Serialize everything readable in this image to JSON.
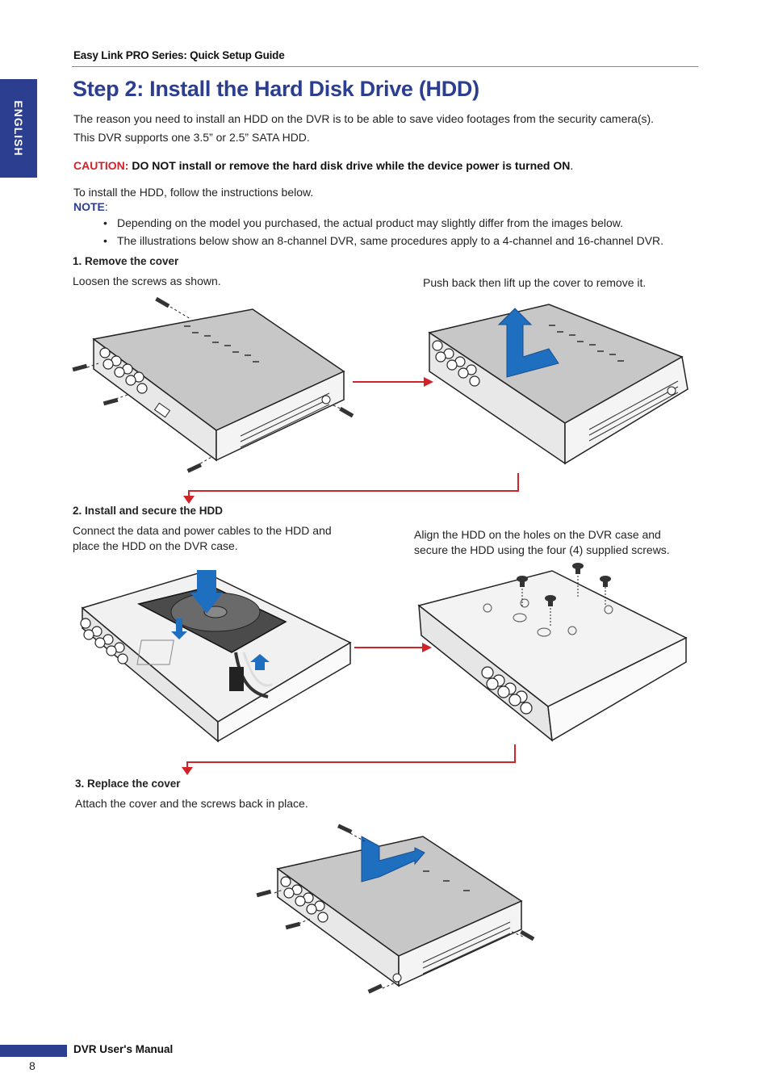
{
  "header": {
    "title": "Easy Link PRO Series: Quick Setup Guide"
  },
  "side_tab": {
    "label": "ENGLISH"
  },
  "title": "Step 2: Install the Hard Disk Drive (HDD)",
  "intro": {
    "line1": "The reason you need to install an HDD on the DVR is to be able to save video footages from the security camera(s).",
    "line2": "This DVR supports one 3.5” or 2.5” SATA HDD."
  },
  "caution": {
    "label": "CAUTION:",
    "text": "DO NOT install or remove the hard disk drive while the device power is turned ON",
    "end": "."
  },
  "instructions": "To install the HDD, follow the instructions below.",
  "note": {
    "label": "NOTE",
    "items": [
      "Depending on the model you purchased, the actual product may slightly differ from the images below.",
      "The illustrations below show an 8-channel DVR, same procedures apply to a 4-channel and 16-channel DVR."
    ]
  },
  "steps": [
    {
      "heading": "1. Remove the cover",
      "left_caption": "Loosen the screws as shown.",
      "right_caption": "Push back then lift up the cover to remove it."
    },
    {
      "heading": "2. Install and secure the HDD",
      "left_caption_1": "Connect the data and power cables to the HDD and",
      "left_caption_2": "place the HDD on the DVR case.",
      "right_caption_1": "Align the HDD on the holes on the DVR case and",
      "right_caption_2": "secure the HDD using the four (4) supplied screws."
    },
    {
      "heading": "3. Replace the cover",
      "caption": "Attach the cover and the screws back in place."
    }
  ],
  "footer": {
    "text": "DVR User's Manual",
    "page": "8"
  },
  "colors": {
    "brand_blue": "#2b3e8f",
    "caution_red": "#d3232a",
    "arrow_red": "#d3232a",
    "arrow_blue": "#1f6fc1",
    "cover_gray": "#c9c9c9"
  }
}
